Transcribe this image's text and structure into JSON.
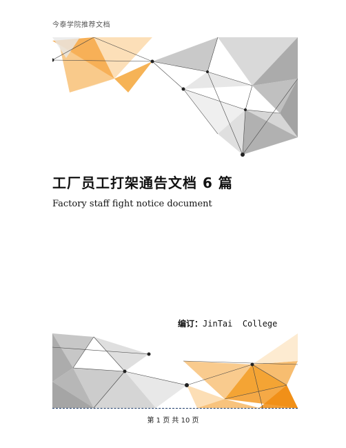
{
  "header": {
    "text": "今泰学院推荐文档"
  },
  "document": {
    "title_cn": "工厂员工打架通告文档 6 篇",
    "title_en": "Factory staff fight notice document",
    "editor_label": "编订：",
    "editor_name": "JinTai  College"
  },
  "footer": {
    "page_text": "第 1 页 共 10 页"
  },
  "colors": {
    "accent_orange": "#f39a1e",
    "grey_dark": "#9a9a9a",
    "grey_light": "#d9d9d9"
  }
}
